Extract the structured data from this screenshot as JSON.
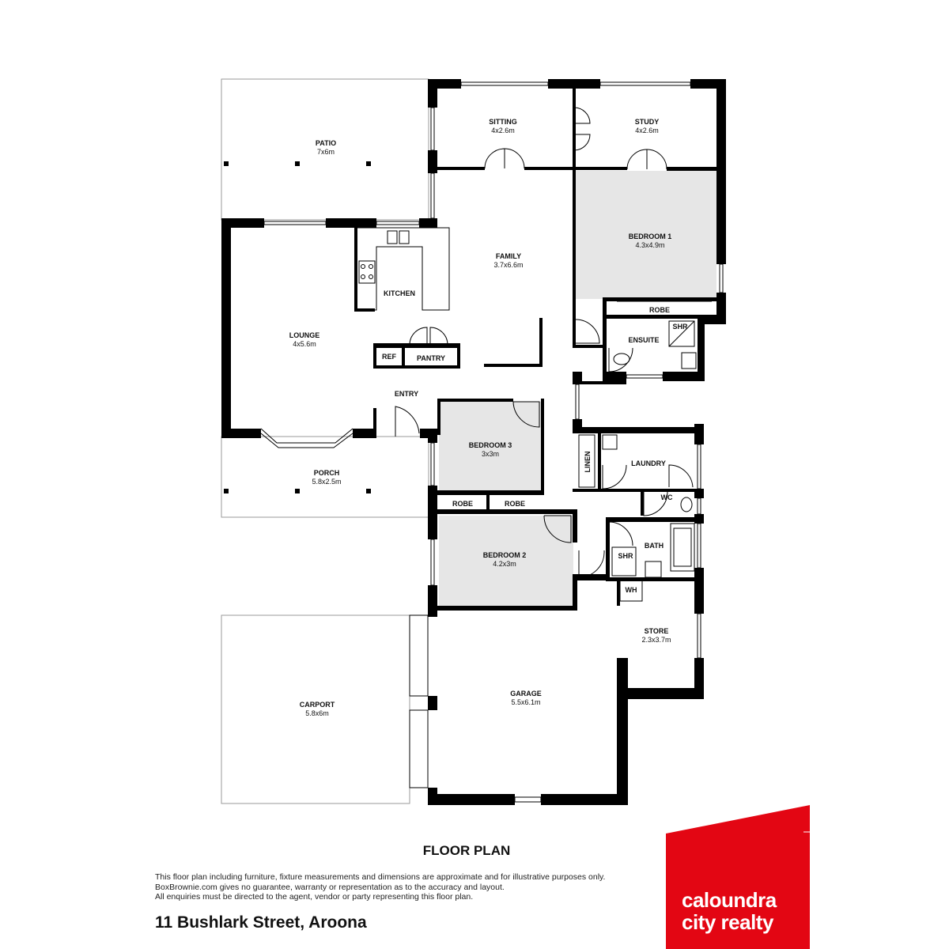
{
  "rooms": {
    "patio": {
      "name": "PATIO",
      "dim": "7x6m"
    },
    "sitting": {
      "name": "SITTING",
      "dim": "4x2.6m"
    },
    "study": {
      "name": "STUDY",
      "dim": "4x2.6m"
    },
    "bedroom1": {
      "name": "BEDROOM 1",
      "dim": "4.3x4.9m"
    },
    "family": {
      "name": "FAMILY",
      "dim": "3.7x6.6m"
    },
    "kitchen": {
      "name": "KITCHEN"
    },
    "lounge": {
      "name": "LOUNGE",
      "dim": "4x5.6m"
    },
    "robe1": {
      "name": "ROBE"
    },
    "ensuite": {
      "name": "ENSUITE"
    },
    "shr1": {
      "name": "SHR"
    },
    "ref": {
      "name": "REF"
    },
    "pantry": {
      "name": "PANTRY"
    },
    "entry": {
      "name": "ENTRY"
    },
    "bedroom3": {
      "name": "BEDROOM 3",
      "dim": "3x3m"
    },
    "porch": {
      "name": "PORCH",
      "dim": "5.8x2.5m"
    },
    "linen": {
      "name": "LINEN"
    },
    "laundry": {
      "name": "LAUNDRY"
    },
    "robe2": {
      "name": "ROBE"
    },
    "robe3": {
      "name": "ROBE"
    },
    "wc": {
      "name": "WC"
    },
    "bedroom2": {
      "name": "BEDROOM 2",
      "dim": "4.2x3m"
    },
    "bath": {
      "name": "BATH"
    },
    "shr2": {
      "name": "SHR"
    },
    "wh": {
      "name": "WH"
    },
    "store": {
      "name": "STORE",
      "dim": "2.3x3.7m"
    },
    "garage": {
      "name": "GARAGE",
      "dim": "5.5x6.1m"
    },
    "carport": {
      "name": "CARPORT",
      "dim": "5.8x6m"
    }
  },
  "footer": {
    "title": "FLOOR PLAN",
    "disclaimer": [
      "This floor plan including furniture, fixture measurements and dimensions are approximate and for illustrative purposes only.",
      "BoxBrownie.com gives no guarantee, warranty or representation as to the accuracy and layout.",
      "All enquiries must be directed to the agent, vendor or party representing this floor plan."
    ],
    "address": "11 Bushlark Street, Aroona"
  },
  "brand": {
    "line1": "caloundra",
    "line2": "city realty",
    "color": "#e30613"
  },
  "colors": {
    "wall": "#000000",
    "shaded_room": "#e6e6e6"
  }
}
